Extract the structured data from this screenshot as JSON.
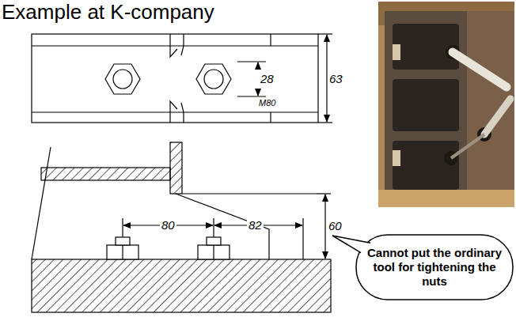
{
  "diagram": {
    "title": "Example at K-company",
    "nodes": [
      {
        "text": [
          "Cannot put the ordinary tool for tightening the nuts"
        ]
      }
    ],
    "labels": [
      "28",
      "M80",
      "63",
      "80",
      "82",
      "60"
    ]
  }
}
